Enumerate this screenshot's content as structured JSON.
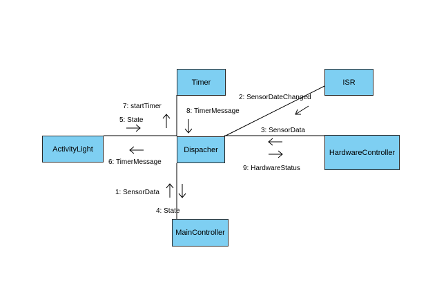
{
  "colors": {
    "node_fill": "#7ecff2",
    "node_border": "#2a2a2a",
    "link": "#000000",
    "background": "#ffffff"
  },
  "nodes": {
    "timer": "Timer",
    "isr": "ISR",
    "activity_light": "ActivityLight",
    "dispacher": "Dispacher",
    "hardware_controller": "HardwareController",
    "main_controller": "MainController"
  },
  "messages": {
    "start_timer": "7: startTimer",
    "state_5": "5: State",
    "timer_message_8": "8: TimerMessage",
    "timer_message_6": "6: TimerMessage",
    "sensor_date_changed": "2: SensorDateChanged",
    "sensor_data_3": "3: SensorData",
    "hardware_status": "9: HardwareStatus",
    "sensor_data_1": "1: SensorData",
    "state_4": "4: State"
  },
  "arrow_directions": {
    "start_timer": "up",
    "state_5": "right",
    "timer_message_8": "down",
    "timer_message_6": "left",
    "sensor_date_changed": "down-left",
    "sensor_data_3": "left",
    "hardware_status": "right",
    "sensor_data_1": "up",
    "state_4": "down"
  }
}
